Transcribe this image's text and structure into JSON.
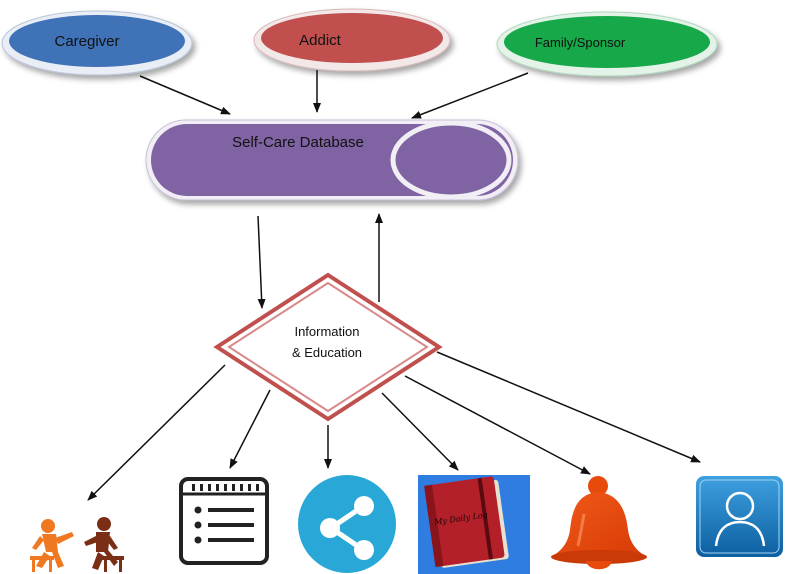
{
  "nodes": {
    "caregiver": {
      "label": "Caregiver",
      "color": "#3f72b8"
    },
    "addict": {
      "label": "Addict",
      "color": "#c0504d"
    },
    "family": {
      "label": "Family/Sponsor",
      "color": "#18a84a"
    },
    "database": {
      "label": "Self-Care Database",
      "color": "#8064a2"
    },
    "hub": {
      "line1": "Information",
      "line2": "& Education",
      "border_color": "#c0504d"
    }
  },
  "icons": [
    {
      "name": "counseling-people-icon"
    },
    {
      "name": "checklist-icon"
    },
    {
      "name": "share-icon",
      "color": "#29a8d8"
    },
    {
      "name": "daily-log-book-icon",
      "text": "My Daily Log",
      "color": "#b3202a"
    },
    {
      "name": "alarm-bell-icon",
      "color": "#e84a0c"
    },
    {
      "name": "contact-profile-icon",
      "color": "#1a7ec2"
    }
  ]
}
